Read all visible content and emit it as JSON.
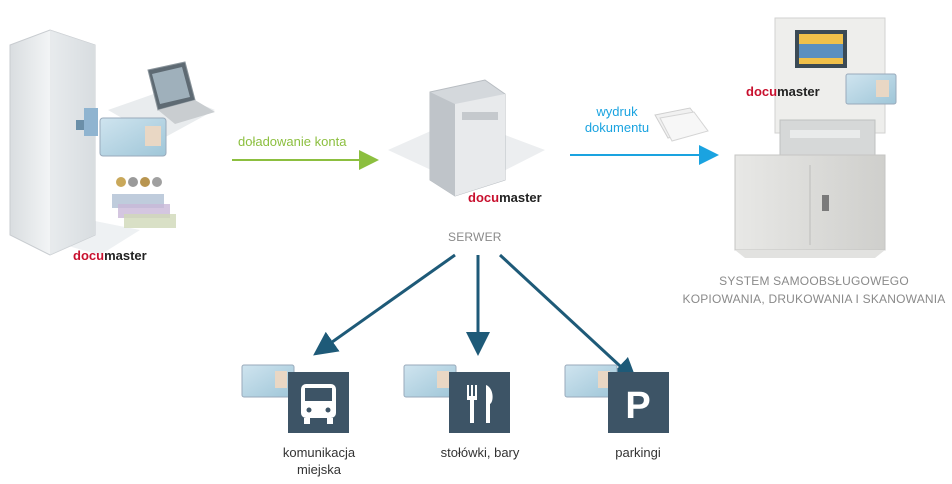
{
  "brand": {
    "part1": "docu",
    "part2": "master"
  },
  "flow": {
    "topup": "doładowanie konta",
    "print_line1": "wydruk",
    "print_line2": "dokumentu"
  },
  "server": {
    "label": "SERWER"
  },
  "system": {
    "line1": "SYSTEM SAMOOBSŁUGOWEGO",
    "line2": "KOPIOWANIA, DRUKOWANIA I SKANOWANIA"
  },
  "services": [
    {
      "icon": "bus-icon",
      "line1": "komunikacja",
      "line2": "miejska"
    },
    {
      "icon": "fork-knife-icon",
      "line1": "stołówki, bary",
      "line2": ""
    },
    {
      "icon": "parking-icon",
      "line1": "parkingi",
      "line2": ""
    }
  ],
  "colors": {
    "green": "#8cbf3f",
    "blue": "#1aa3e0",
    "teal": "#1e5a78",
    "red": "#c8102e"
  }
}
